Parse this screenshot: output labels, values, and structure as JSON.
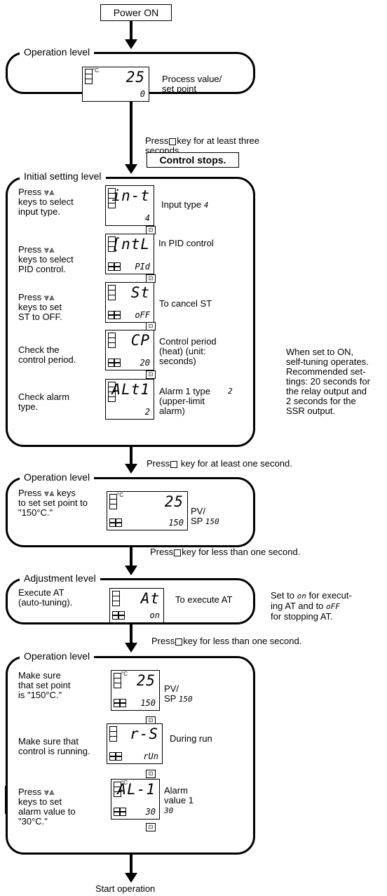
{
  "power_on": "Power ON",
  "start_operation": "Start operation",
  "levels": {
    "op1": {
      "title": "Operation level",
      "disp_upper": "25",
      "disp_lower": "0",
      "unit": "°C",
      "desc": "Process value/\nset point"
    },
    "init": {
      "title": "Initial setting level",
      "steps": [
        {
          "instr": "Press ⩔⩓\nkeys to select\ninput type.",
          "upper": "in-t",
          "lower": "4",
          "desc": "Input type ",
          "val": "4"
        },
        {
          "instr": "Press ⩔⩓\nkeys to select\nPID control.",
          "upper": "[ntL",
          "lower": "PId",
          "desc": "In PID control",
          "val": ""
        },
        {
          "instr": "Press ⩔⩓\nkeys to set\nST to OFF.",
          "upper": "St",
          "lower": "oFF",
          "desc": "To cancel ST",
          "val": ""
        },
        {
          "instr": "Check the\ncontrol period.",
          "upper": "CP",
          "lower": "20",
          "desc": "Control period\n(heat) (unit:\nseconds)",
          "val": ""
        },
        {
          "instr": "Check alarm\ntype.",
          "upper": "ALt1",
          "lower": "2",
          "desc": "Alarm 1 type \n(upper-limit\nalarm)",
          "val": "2"
        }
      ],
      "side_note": "When set to ON,\nself-tuning operates.\nRecommended set-\ntings: 20 seconds for\nthe relay output and\n2 seconds for the\nSSR output."
    },
    "op2": {
      "title": "Operation level",
      "instr": "Press ⩔⩓ keys\nto set set point to\n\"150°C.\"",
      "upper": "25",
      "lower": "150",
      "unit": "°C",
      "desc": "PV/\nSP ",
      "val": "150"
    },
    "adj": {
      "title": "Adjustment level",
      "instr": "Execute AT\n(auto-tuning).",
      "upper": "At",
      "lower": "on",
      "desc": "To execute AT",
      "side_note": "Set to  for execut-\ning AT and to \nfor stopping AT.",
      "note_on": "on",
      "note_off": "oFF"
    },
    "op3": {
      "title": "Operation level",
      "steps": [
        {
          "instr": "Make sure\nthat set point\nis \"150°C.\"",
          "upper": "25",
          "lower": "150",
          "desc": "PV/\nSP ",
          "val": "150"
        },
        {
          "instr": "Make sure that\ncontrol is running.",
          "upper": "r-S",
          "lower": "rUn",
          "desc": "During run",
          "val": ""
        },
        {
          "instr": "Press ⩔⩓\nkeys to set\nalarm value to\n\"30°C.\"",
          "upper": "AL-1",
          "lower": "30",
          "desc": "Alarm\nvalue 1\n",
          "val": "30"
        }
      ]
    }
  },
  "transitions": {
    "t1": "Press",
    "t1b": "key for at least three\nseconds.",
    "control_stops": "Control stops.",
    "t2": "Press",
    "t2b": " key for at least one second.",
    "t3": "Press",
    "t3b": "key for less than one second.",
    "t4": "Press",
    "t4b": "key for less than one second."
  }
}
